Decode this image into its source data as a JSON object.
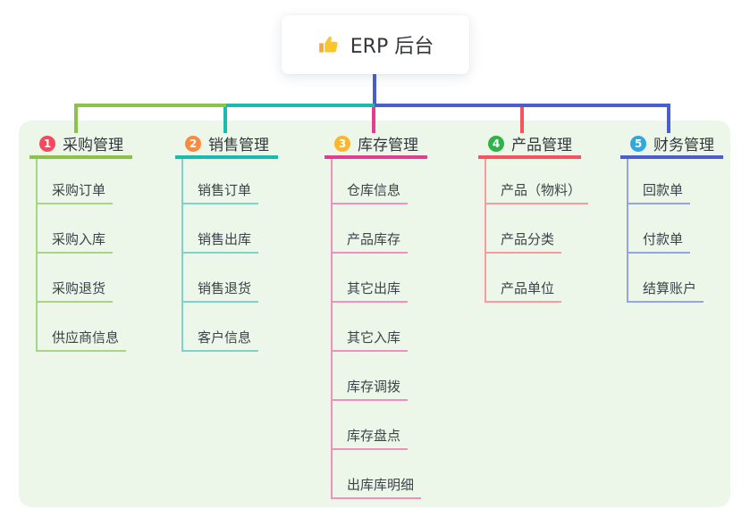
{
  "root": {
    "title": "ERP 后台",
    "icon": "thumbs-up-icon"
  },
  "theme": {
    "canvas_bg": "#ffffff",
    "panel_bg": "#edf7e9",
    "root_text": "#33363b",
    "branch_text": "#33363b",
    "child_text": "#3e4248",
    "root_connector": "#4a5ed0",
    "thumb_main": "#fbc62c",
    "thumb_cuff": "#f4a93c"
  },
  "branches": [
    {
      "index": "1",
      "label": "采购管理",
      "badge_color": "#f8485e",
      "line_color": "#8bc34a",
      "child_line_color": "#a8d584",
      "children": [
        "采购订单",
        "采购入库",
        "采购退货",
        "供应商信息"
      ]
    },
    {
      "index": "2",
      "label": "销售管理",
      "badge_color": "#fb8a3f",
      "line_color": "#1cb9ae",
      "child_line_color": "#7fd2ca",
      "children": [
        "销售订单",
        "销售出库",
        "销售退货",
        "客户信息"
      ]
    },
    {
      "index": "3",
      "label": "库存管理",
      "badge_color": "#fbb72a",
      "line_color": "#e23e91",
      "child_line_color": "#f090c1",
      "children": [
        "仓库信息",
        "产品库存",
        "其它出库",
        "其它入库",
        "库存调拨",
        "库存盘点",
        "出库库明细"
      ]
    },
    {
      "index": "4",
      "label": "产品管理",
      "badge_color": "#2eb348",
      "line_color": "#f5545e",
      "child_line_color": "#f79ba1",
      "children": [
        "产品（物料）",
        "产品分类",
        "产品单位"
      ]
    },
    {
      "index": "5",
      "label": "财务管理",
      "badge_color": "#30a8dd",
      "line_color": "#4a5ed0",
      "child_line_color": "#93a4e3",
      "children": [
        "回款单",
        "付款单",
        "结算账户"
      ]
    }
  ]
}
